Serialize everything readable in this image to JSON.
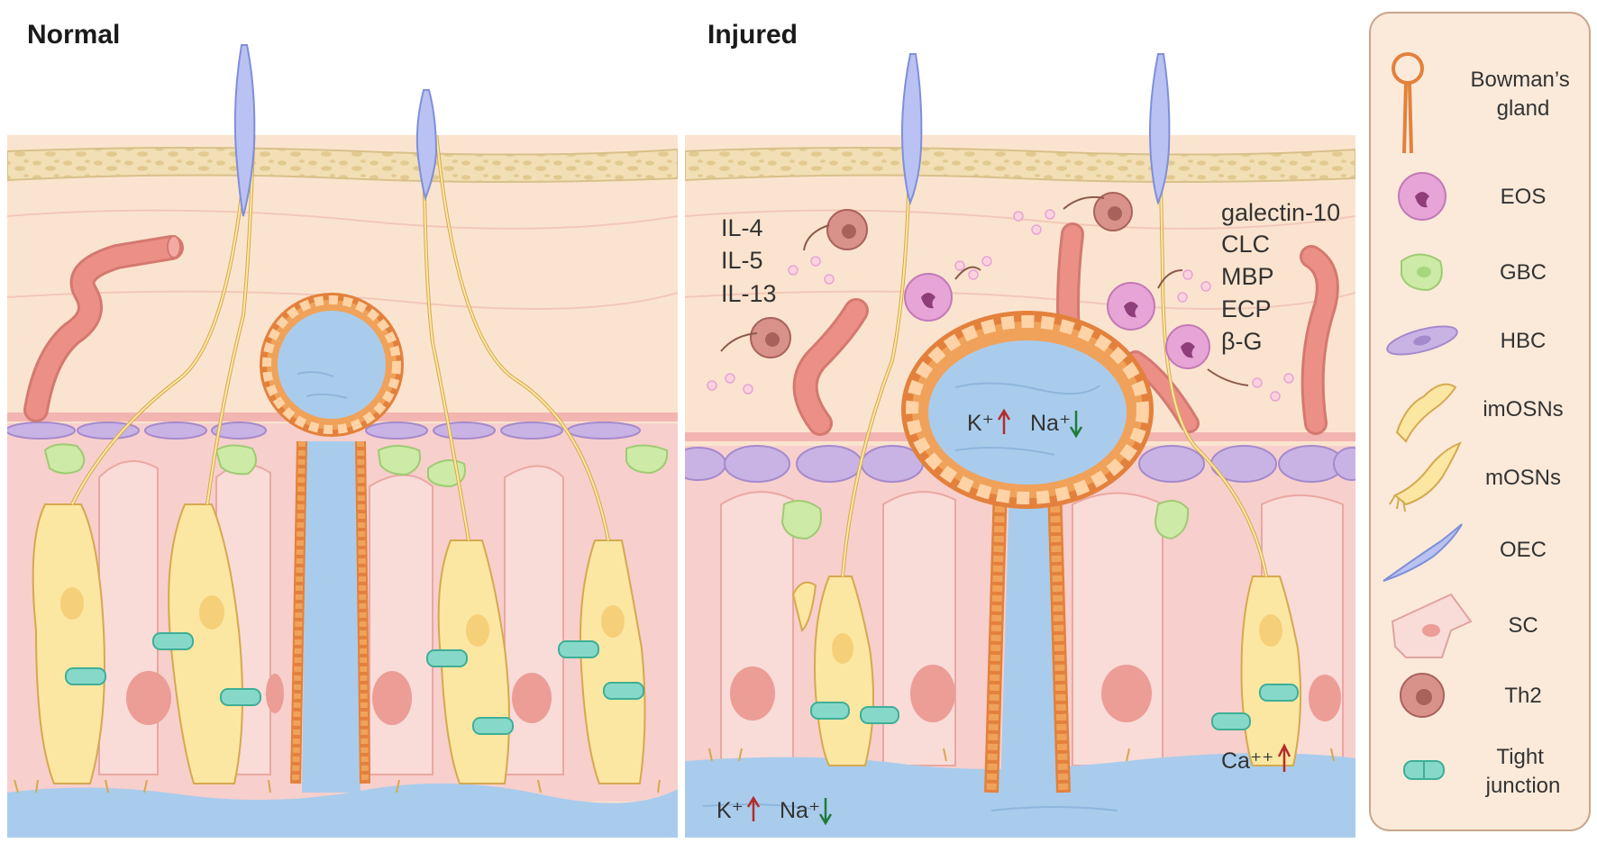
{
  "panels": {
    "normal": {
      "title": "Normal"
    },
    "injured": {
      "title": "Injured"
    }
  },
  "cytokines": [
    "IL-4",
    "IL-5",
    "IL-13"
  ],
  "eos_mediators": [
    "galectin-10",
    "CLC",
    "MBP",
    "ECP",
    "β-G"
  ],
  "ions": {
    "gland_k": "K⁺",
    "gland_na": "Na⁺",
    "mucus_k": "K⁺",
    "mucus_na": "Na⁺",
    "ca": "Ca⁺⁺"
  },
  "legend": [
    {
      "icon": "bowmans-gland-icon",
      "label": "Bowman’s gland"
    },
    {
      "icon": "eosinophil-icon",
      "label": "EOS"
    },
    {
      "icon": "gbc-cell-icon",
      "label": "GBC"
    },
    {
      "icon": "hbc-cell-icon",
      "label": "HBC"
    },
    {
      "icon": "imosn-cell-icon",
      "label": "imOSNs"
    },
    {
      "icon": "mosn-cell-icon",
      "label": "mOSNs"
    },
    {
      "icon": "oec-cell-icon",
      "label": "OEC"
    },
    {
      "icon": "sc-cell-icon",
      "label": "SC"
    },
    {
      "icon": "th2-cell-icon",
      "label": "Th2"
    },
    {
      "icon": "tight-junction-icon",
      "label": "Tight junction"
    }
  ],
  "colors": {
    "mucus": "#a9ccec",
    "lamina": "#fbe4cf",
    "epithelium": "#f7cfcc",
    "bone": "#f2dfb5",
    "vessel": "#ec8f86",
    "gland": "#f0a25a",
    "neuron": "#fbe7a2",
    "hbc": "#c9b3e5",
    "gbc": "#cdeaa6",
    "junction": "#86d9c8",
    "eos": "#e7a4d6",
    "th2": "#d9928a",
    "legend_bg": "#fbeada"
  }
}
